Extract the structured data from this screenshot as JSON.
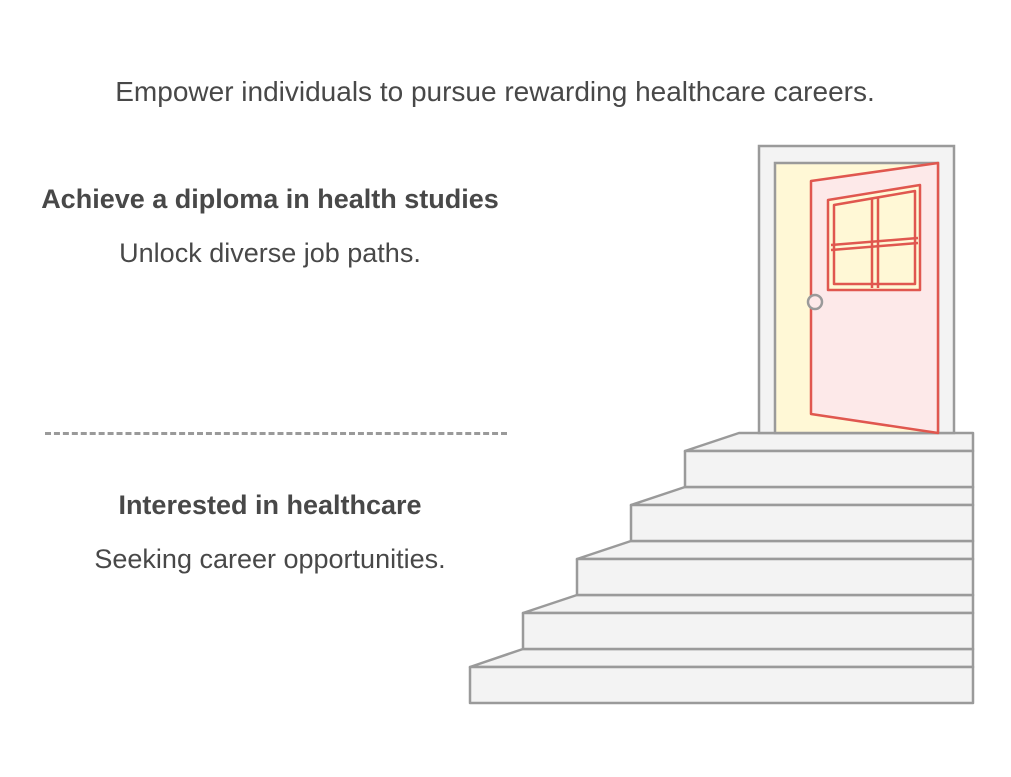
{
  "goal": {
    "text": "Empower individuals to pursue rewarding healthcare careers."
  },
  "steps": [
    {
      "title": "Achieve a diploma in health studies",
      "description": "Unlock diverse job paths."
    },
    {
      "title": "Interested in healthcare",
      "description": "Seeking career opportunities."
    }
  ],
  "illustration": {
    "icon": "open-door-on-staircase-icon",
    "colors": {
      "door_frame": "#f3f3f3",
      "door_frame_stroke": "#9a9a9a",
      "doorway_light": "#fff8d6",
      "door_fill": "#fde9e9",
      "door_stroke": "#e0574f",
      "window_fill": "#fff8d6",
      "stair_fill": "#f3f3f3",
      "stair_stroke": "#9a9a9a"
    }
  }
}
